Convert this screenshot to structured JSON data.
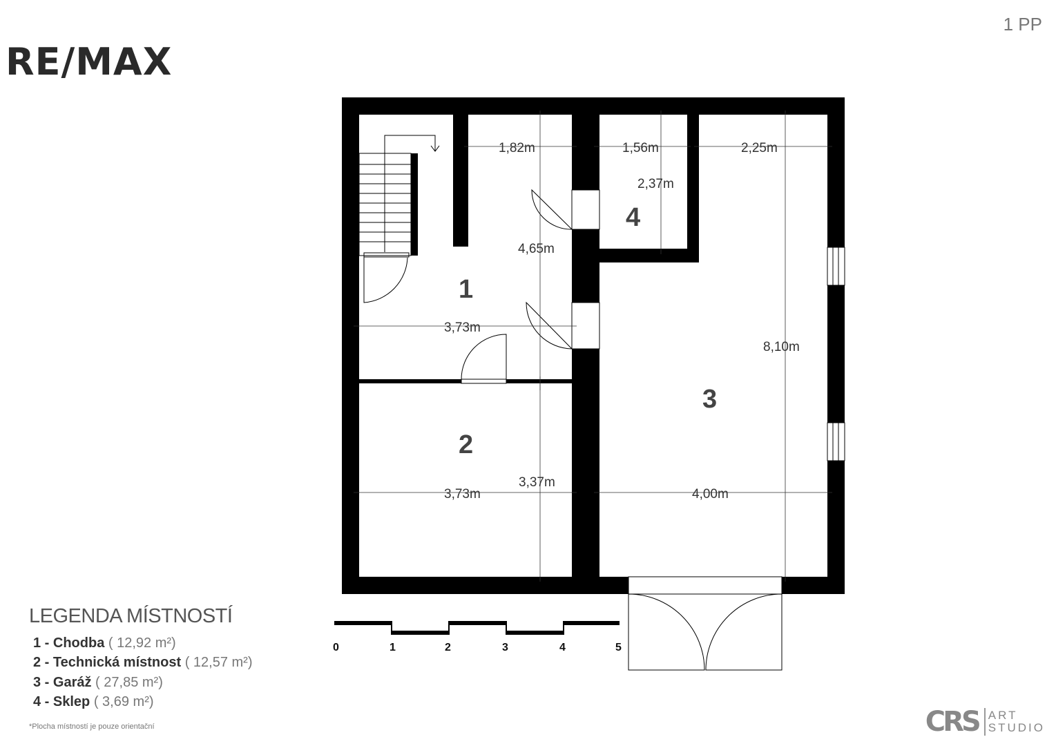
{
  "brand": {
    "logo": "RE/MAX",
    "studio_mark": "CRS",
    "studio_line1": "ART",
    "studio_line2": "STUDIO"
  },
  "floor_label": "1 PP",
  "rooms": [
    {
      "number": "1"
    },
    {
      "number": "2"
    },
    {
      "number": "3"
    },
    {
      "number": "4"
    }
  ],
  "dimensions": {
    "d1": "1,82m",
    "d2": "1,56m",
    "d3": "2,25m",
    "d4": "2,37m",
    "d5": "4,65m",
    "d6": "3,73m",
    "d7": "8,10m",
    "d8": "3,73m",
    "d9": "3,37m",
    "d10": "4,00m"
  },
  "scale": {
    "ticks": [
      "0",
      "1",
      "2",
      "3",
      "4",
      "5"
    ]
  },
  "legend": {
    "title": "LEGENDA MÍSTNOSTÍ",
    "items": [
      {
        "name": "1 - Chodba",
        "area": "( 12,92 m²)"
      },
      {
        "name": "2 - Technická místnost",
        "area": "( 12,57 m²)"
      },
      {
        "name": "3 - Garáž",
        "area": "( 27,85 m²)"
      },
      {
        "name": "4 - Sklep",
        "area": "( 3,69 m²)"
      }
    ],
    "note": "*Plocha místností je pouze orientační"
  }
}
